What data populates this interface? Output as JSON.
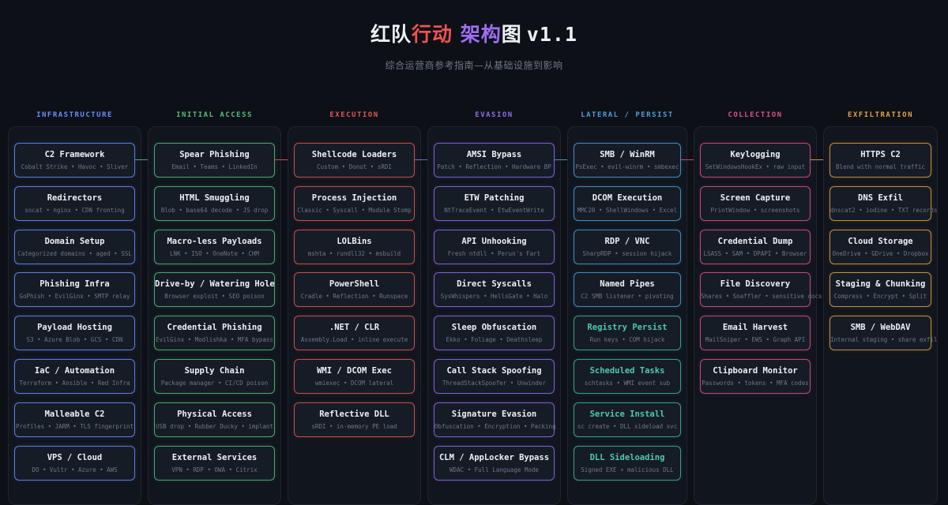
{
  "title": {
    "part1": "红队",
    "part2": "行动",
    "part3": "架构",
    "part4": "图",
    "version": "v1.1"
  },
  "subtitle": "综合运营商参考指南—从基础设施到影响",
  "columns": [
    {
      "header": "INFRASTRUCTURE",
      "color": "#6b8cff",
      "cards": [
        {
          "title": "C2 Framework",
          "sub": "Cobalt Strike • Havoc • Sliver"
        },
        {
          "title": "Redirectors",
          "sub": "socat • nginx • CDN fronting"
        },
        {
          "title": "Domain Setup",
          "sub": "Categorized domains • aged • SSL"
        },
        {
          "title": "Phishing Infra",
          "sub": "GoPhish • EvilGinx • SMTP relay"
        },
        {
          "title": "Payload Hosting",
          "sub": "S3 • Azure Blob • GCS • CDN"
        },
        {
          "title": "IaC / Automation",
          "sub": "Terraform • Ansible • Red Infra"
        },
        {
          "title": "Malleable C2",
          "sub": "Profiles • JARM • TLS fingerprint"
        },
        {
          "title": "VPS / Cloud",
          "sub": "DO • Vultr • Azure • AWS"
        }
      ]
    },
    {
      "header": "INITIAL ACCESS",
      "color": "#4fbf7f",
      "cards": [
        {
          "title": "Spear Phishing",
          "sub": "Email • Teams • LinkedIn"
        },
        {
          "title": "HTML Smuggling",
          "sub": "Blob • base64 decode • JS drop"
        },
        {
          "title": "Macro-less Payloads",
          "sub": "LNK • ISO • OneNote • CHM"
        },
        {
          "title": "Drive-by / Watering Hole",
          "sub": "Browser exploit • SEO poison"
        },
        {
          "title": "Credential Phishing",
          "sub": "EvilGinx • Modlishka • MFA bypass"
        },
        {
          "title": "Supply Chain",
          "sub": "Package manager • CI/CD poison"
        },
        {
          "title": "Physical Access",
          "sub": "USB drop • Rubber Ducky • implant"
        },
        {
          "title": "External Services",
          "sub": "VPN • RDP • OWA • Citrix"
        }
      ]
    },
    {
      "header": "EXECUTION",
      "color": "#e05757",
      "cards": [
        {
          "title": "Shellcode Loaders",
          "sub": "Custom • Donut • sRDI"
        },
        {
          "title": "Process Injection",
          "sub": "Classic • Syscall • Module Stomp"
        },
        {
          "title": "LOLBins",
          "sub": "mshta • rundll32 • msbuild"
        },
        {
          "title": "PowerShell",
          "sub": "Cradle • Reflection • Runspace"
        },
        {
          "title": ".NET / CLR",
          "sub": "Assembly.Load • inline execute"
        },
        {
          "title": "WMI / DCOM Exec",
          "sub": "wmiexec • DCOM lateral"
        },
        {
          "title": "Reflective DLL",
          "sub": "sRDI • in-memory PE load"
        }
      ]
    },
    {
      "header": "EVASION",
      "color": "#8e6cf0",
      "cards": [
        {
          "title": "AMSI Bypass",
          "sub": "Patch • Reflection • Hardware BP"
        },
        {
          "title": "ETW Patching",
          "sub": "NtTraceEvent • EtwEventWrite"
        },
        {
          "title": "API Unhooking",
          "sub": "Fresh ntdll • Perun's Fart"
        },
        {
          "title": "Direct Syscalls",
          "sub": "SysWhispers • HellsGate • Halo"
        },
        {
          "title": "Sleep Obfuscation",
          "sub": "Ekko • Foliage • Deathsleep"
        },
        {
          "title": "Call Stack Spoofing",
          "sub": "ThreadStackSpoofer • Unwinder"
        },
        {
          "title": "Signature Evasion",
          "sub": "Obfuscation • Encryption • Packing"
        },
        {
          "title": "CLM / AppLocker Bypass",
          "sub": "WDAC • Full Language Mode"
        }
      ]
    },
    {
      "header": "LATERAL / PERSIST",
      "color": "#4a9fd8",
      "cards": [
        {
          "title": "SMB / WinRM",
          "sub": "PsExec • evil-winrm • smbexec"
        },
        {
          "title": "DCOM Execution",
          "sub": "MMC20 • ShellWindows • Excel"
        },
        {
          "title": "RDP / VNC",
          "sub": "SharpRDP • session hijack"
        },
        {
          "title": "Named Pipes",
          "sub": "C2 SMB listener • pivoting"
        },
        {
          "title": "Registry Persist",
          "sub": "Run keys • COM hijack",
          "teal": true
        },
        {
          "title": "Scheduled Tasks",
          "sub": "schtasks • WMI event sub",
          "teal": true
        },
        {
          "title": "Service Install",
          "sub": "sc create • DLL sideload svc",
          "teal": true
        },
        {
          "title": "DLL Sideloading",
          "sub": "Signed EXE + malicious DLL",
          "teal": true
        }
      ]
    },
    {
      "header": "COLLECTION",
      "color": "#e0508f",
      "cards": [
        {
          "title": "Keylogging",
          "sub": "SetWindowsHookEx • raw input"
        },
        {
          "title": "Screen Capture",
          "sub": "PrintWindow • screenshots"
        },
        {
          "title": "Credential Dump",
          "sub": "LSASS • SAM • DPAPI • Browser"
        },
        {
          "title": "File Discovery",
          "sub": "Shares • Snaffler • sensitive docs"
        },
        {
          "title": "Email Harvest",
          "sub": "MailSniper • EWS • Graph API"
        },
        {
          "title": "Clipboard Monitor",
          "sub": "Passwords • tokens • MFA codes"
        }
      ]
    },
    {
      "header": "EXFILTRATION",
      "color": "#e3a343",
      "cards": [
        {
          "title": "HTTPS C2",
          "sub": "Blend with normal traffic"
        },
        {
          "title": "DNS Exfil",
          "sub": "dnscat2 • iodine • TXT records"
        },
        {
          "title": "Cloud Storage",
          "sub": "OneDrive • GDrive • Dropbox"
        },
        {
          "title": "Staging & Chunking",
          "sub": "Compress • Encrypt • Split"
        },
        {
          "title": "SMB / WebDAV",
          "sub": "Internal staging • share exfil"
        }
      ]
    }
  ]
}
